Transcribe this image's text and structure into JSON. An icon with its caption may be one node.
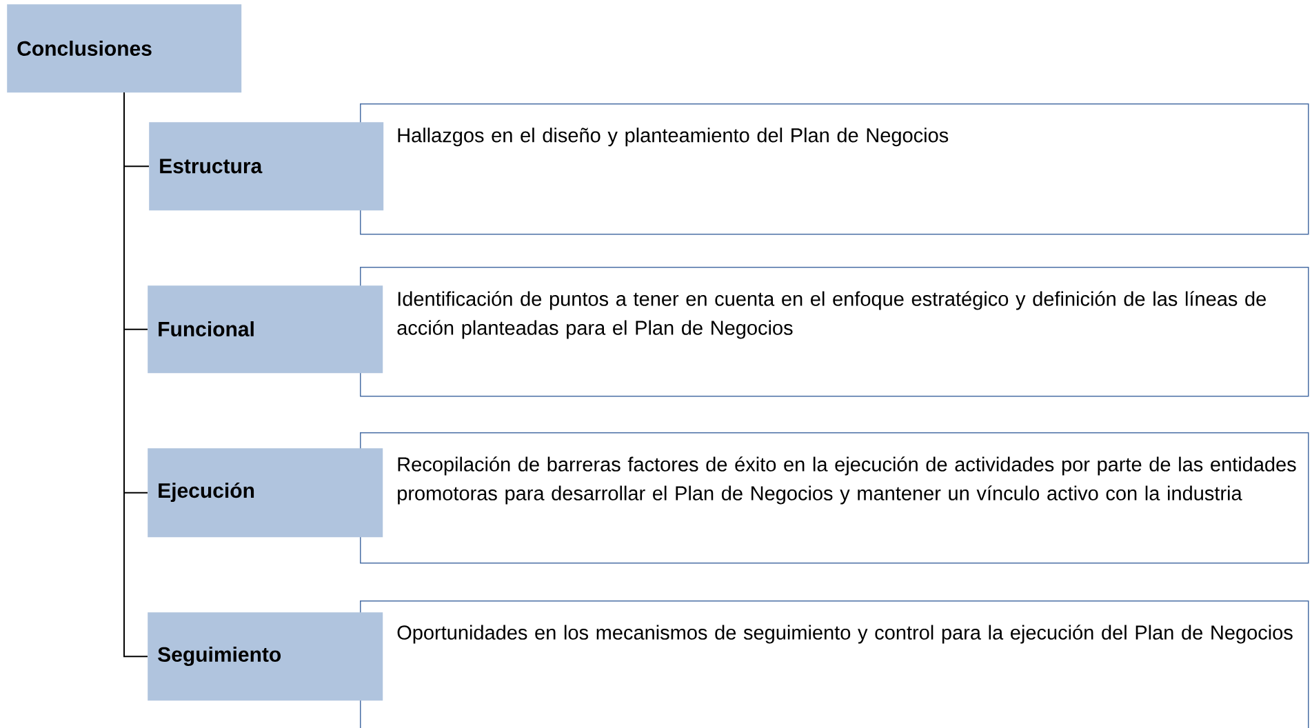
{
  "diagram": {
    "nodes": [
      {
        "text": [
          "Conclusiones"
        ]
      },
      {
        "text": [
          "Estructura"
        ]
      },
      {
        "text": [
          "Hallazgos en el diseño y planteamiento del Plan de Negocios"
        ]
      },
      {
        "text": [
          "Funcional"
        ]
      },
      {
        "text": [
          "Identificación de puntos a tener en cuenta en el enfoque estratégico y definición de las líneas de acción planteadas para el Plan de Negocios"
        ]
      },
      {
        "text": [
          "Ejecución"
        ]
      },
      {
        "text": [
          "Recopilación de barreras factores de éxito en la ejecución de actividades por parte de las entidades promotoras para desarrollar el Plan de Negocios y mantener un vínculo activo con la industria"
        ]
      },
      {
        "text": [
          "Seguimiento"
        ]
      },
      {
        "text": [
          "Oportunidades en los mecanismos de seguimiento y control para la ejecución del Plan de Negocios"
        ]
      }
    ],
    "edges": [
      {
        "from": 0,
        "to": 1,
        "arrow": "none"
      },
      {
        "from": 0,
        "to": 3,
        "arrow": "none"
      },
      {
        "from": 0,
        "to": 5,
        "arrow": "none"
      },
      {
        "from": 0,
        "to": 7,
        "arrow": "none"
      }
    ]
  }
}
